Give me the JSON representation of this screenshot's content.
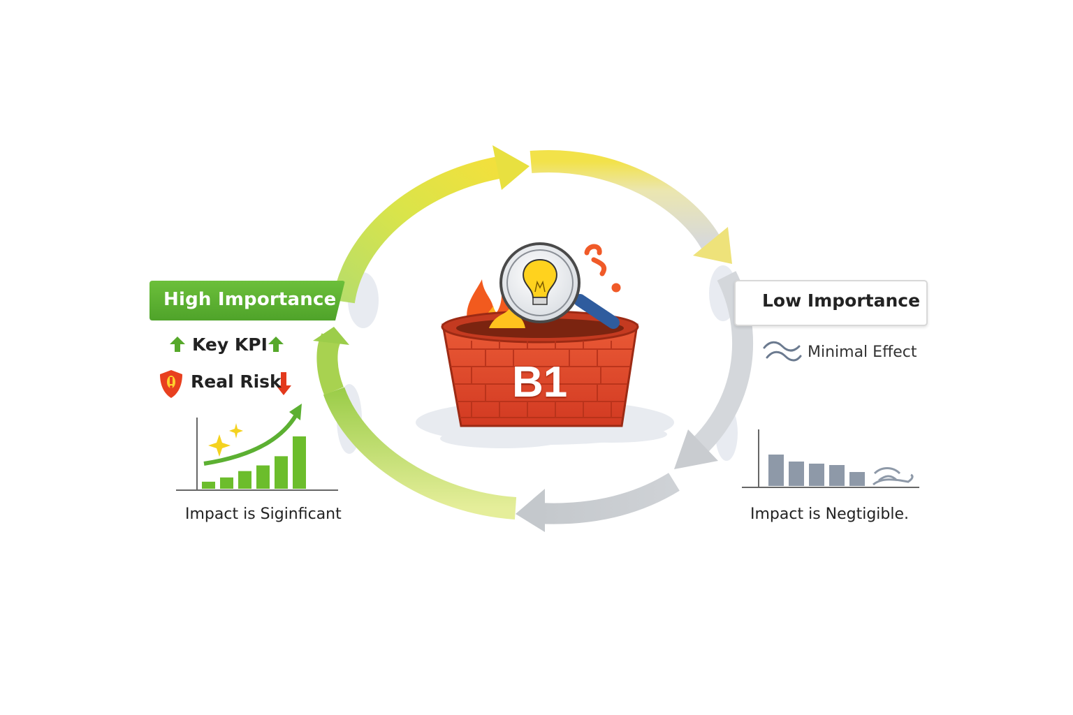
{
  "left": {
    "header": "High Importance",
    "items": [
      {
        "label": "Key KPI",
        "icons": [
          "arrow-up-icon",
          "arrow-up-icon"
        ]
      },
      {
        "label": "Real Risk",
        "icons": [
          "shield-alert-icon",
          "arrow-down-icon"
        ]
      }
    ],
    "caption": "Impact is Siginficant",
    "chart_values": [
      1,
      1.6,
      2.5,
      3.3,
      4.6,
      7.4
    ],
    "colors": {
      "accent": "#5cb032",
      "bar": "#6cbd2c"
    }
  },
  "right": {
    "header": "Low Importance",
    "items": [
      {
        "label": "Minimal Effect",
        "icons": [
          "wave-icon"
        ]
      }
    ],
    "caption": "Impact is Negtigible.",
    "chart_values": [
      4.5,
      3.5,
      3.2,
      3.0,
      2.0
    ],
    "colors": {
      "bar": "#8e99a8"
    }
  },
  "center": {
    "label": "B1",
    "icons": [
      "brick-basket-icon",
      "fire-icon",
      "magnifier-icon",
      "lightbulb-icon",
      "question-icon"
    ],
    "colors": {
      "brick": "#e0452c",
      "cycle_start": "#8cc63f",
      "cycle_mid": "#f2e03a",
      "cycle_end": "#c9ccd0"
    }
  }
}
